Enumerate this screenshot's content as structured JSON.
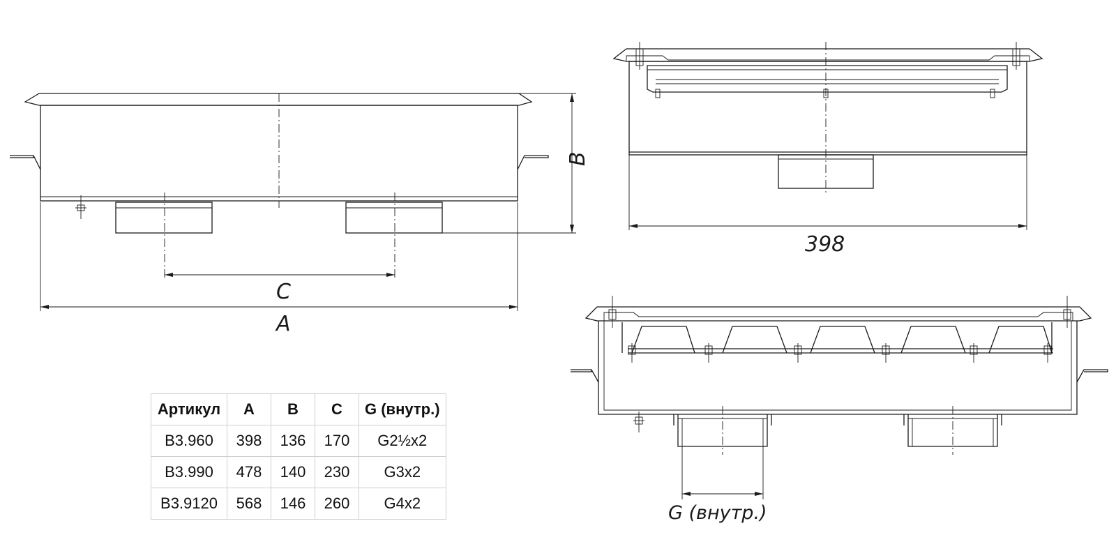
{
  "labels": {
    "dim_a": "A",
    "dim_b": "B",
    "dim_c": "C",
    "dim_398": "398",
    "dim_g": "G (внутр.)"
  },
  "table": {
    "headers": [
      "Артикул",
      "A",
      "B",
      "C",
      "G (внутр.)"
    ],
    "rows": [
      [
        "B3.960",
        "398",
        "136",
        "170",
        "G2½x2"
      ],
      [
        "B3.990",
        "478",
        "140",
        "230",
        "G3x2"
      ],
      [
        "B3.9120",
        "568",
        "146",
        "260",
        "G4x2"
      ]
    ]
  },
  "colors": {
    "line": "#1a1a1a",
    "table_border": "#cfcfcf"
  }
}
